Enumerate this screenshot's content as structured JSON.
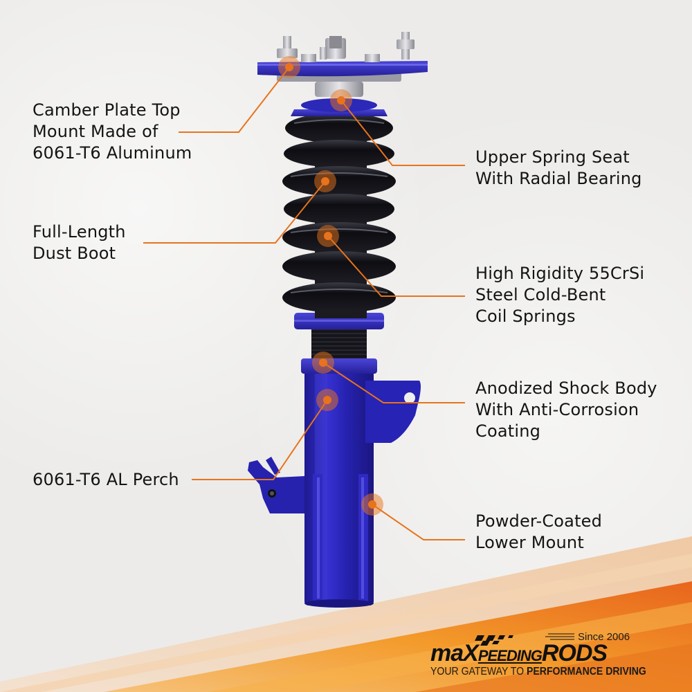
{
  "colors": {
    "accent": "#e8731c",
    "strut_blue": "#2a27b8",
    "coil_black": "#141418",
    "background": "#ecebe9",
    "banner_orange": "#f08a1e"
  },
  "callouts": [
    {
      "id": "camber-plate",
      "lines": [
        "Camber Plate Top",
        "Mount Made of",
        "6061-T6 Aluminum"
      ],
      "side": "left"
    },
    {
      "id": "dust-boot",
      "lines": [
        "Full-Length",
        "Dust Boot"
      ],
      "side": "left"
    },
    {
      "id": "al-perch",
      "lines": [
        "6061-T6 AL Perch"
      ],
      "side": "left"
    },
    {
      "id": "upper-spring-seat",
      "lines": [
        "Upper Spring Seat",
        "With Radial Bearing"
      ],
      "side": "right"
    },
    {
      "id": "coil-springs",
      "lines": [
        "High Rigidity 55CrSi",
        "Steel Cold-Bent",
        "Coil Springs"
      ],
      "side": "right"
    },
    {
      "id": "shock-body",
      "lines": [
        "Anodized Shock Body",
        "With Anti-Corrosion",
        "Coating"
      ],
      "side": "right"
    },
    {
      "id": "lower-mount",
      "lines": [
        "Powder-Coated",
        "Lower Mount"
      ],
      "side": "right"
    }
  ],
  "logo": {
    "since": "Since 2006",
    "brand_prefix": "maX",
    "brand_mid": "PEEDING",
    "brand_suffix": "RODS",
    "tagline_plain": "YOUR GATEWAY TO ",
    "tagline_bold": "PERFORMANCE DRIVING"
  }
}
